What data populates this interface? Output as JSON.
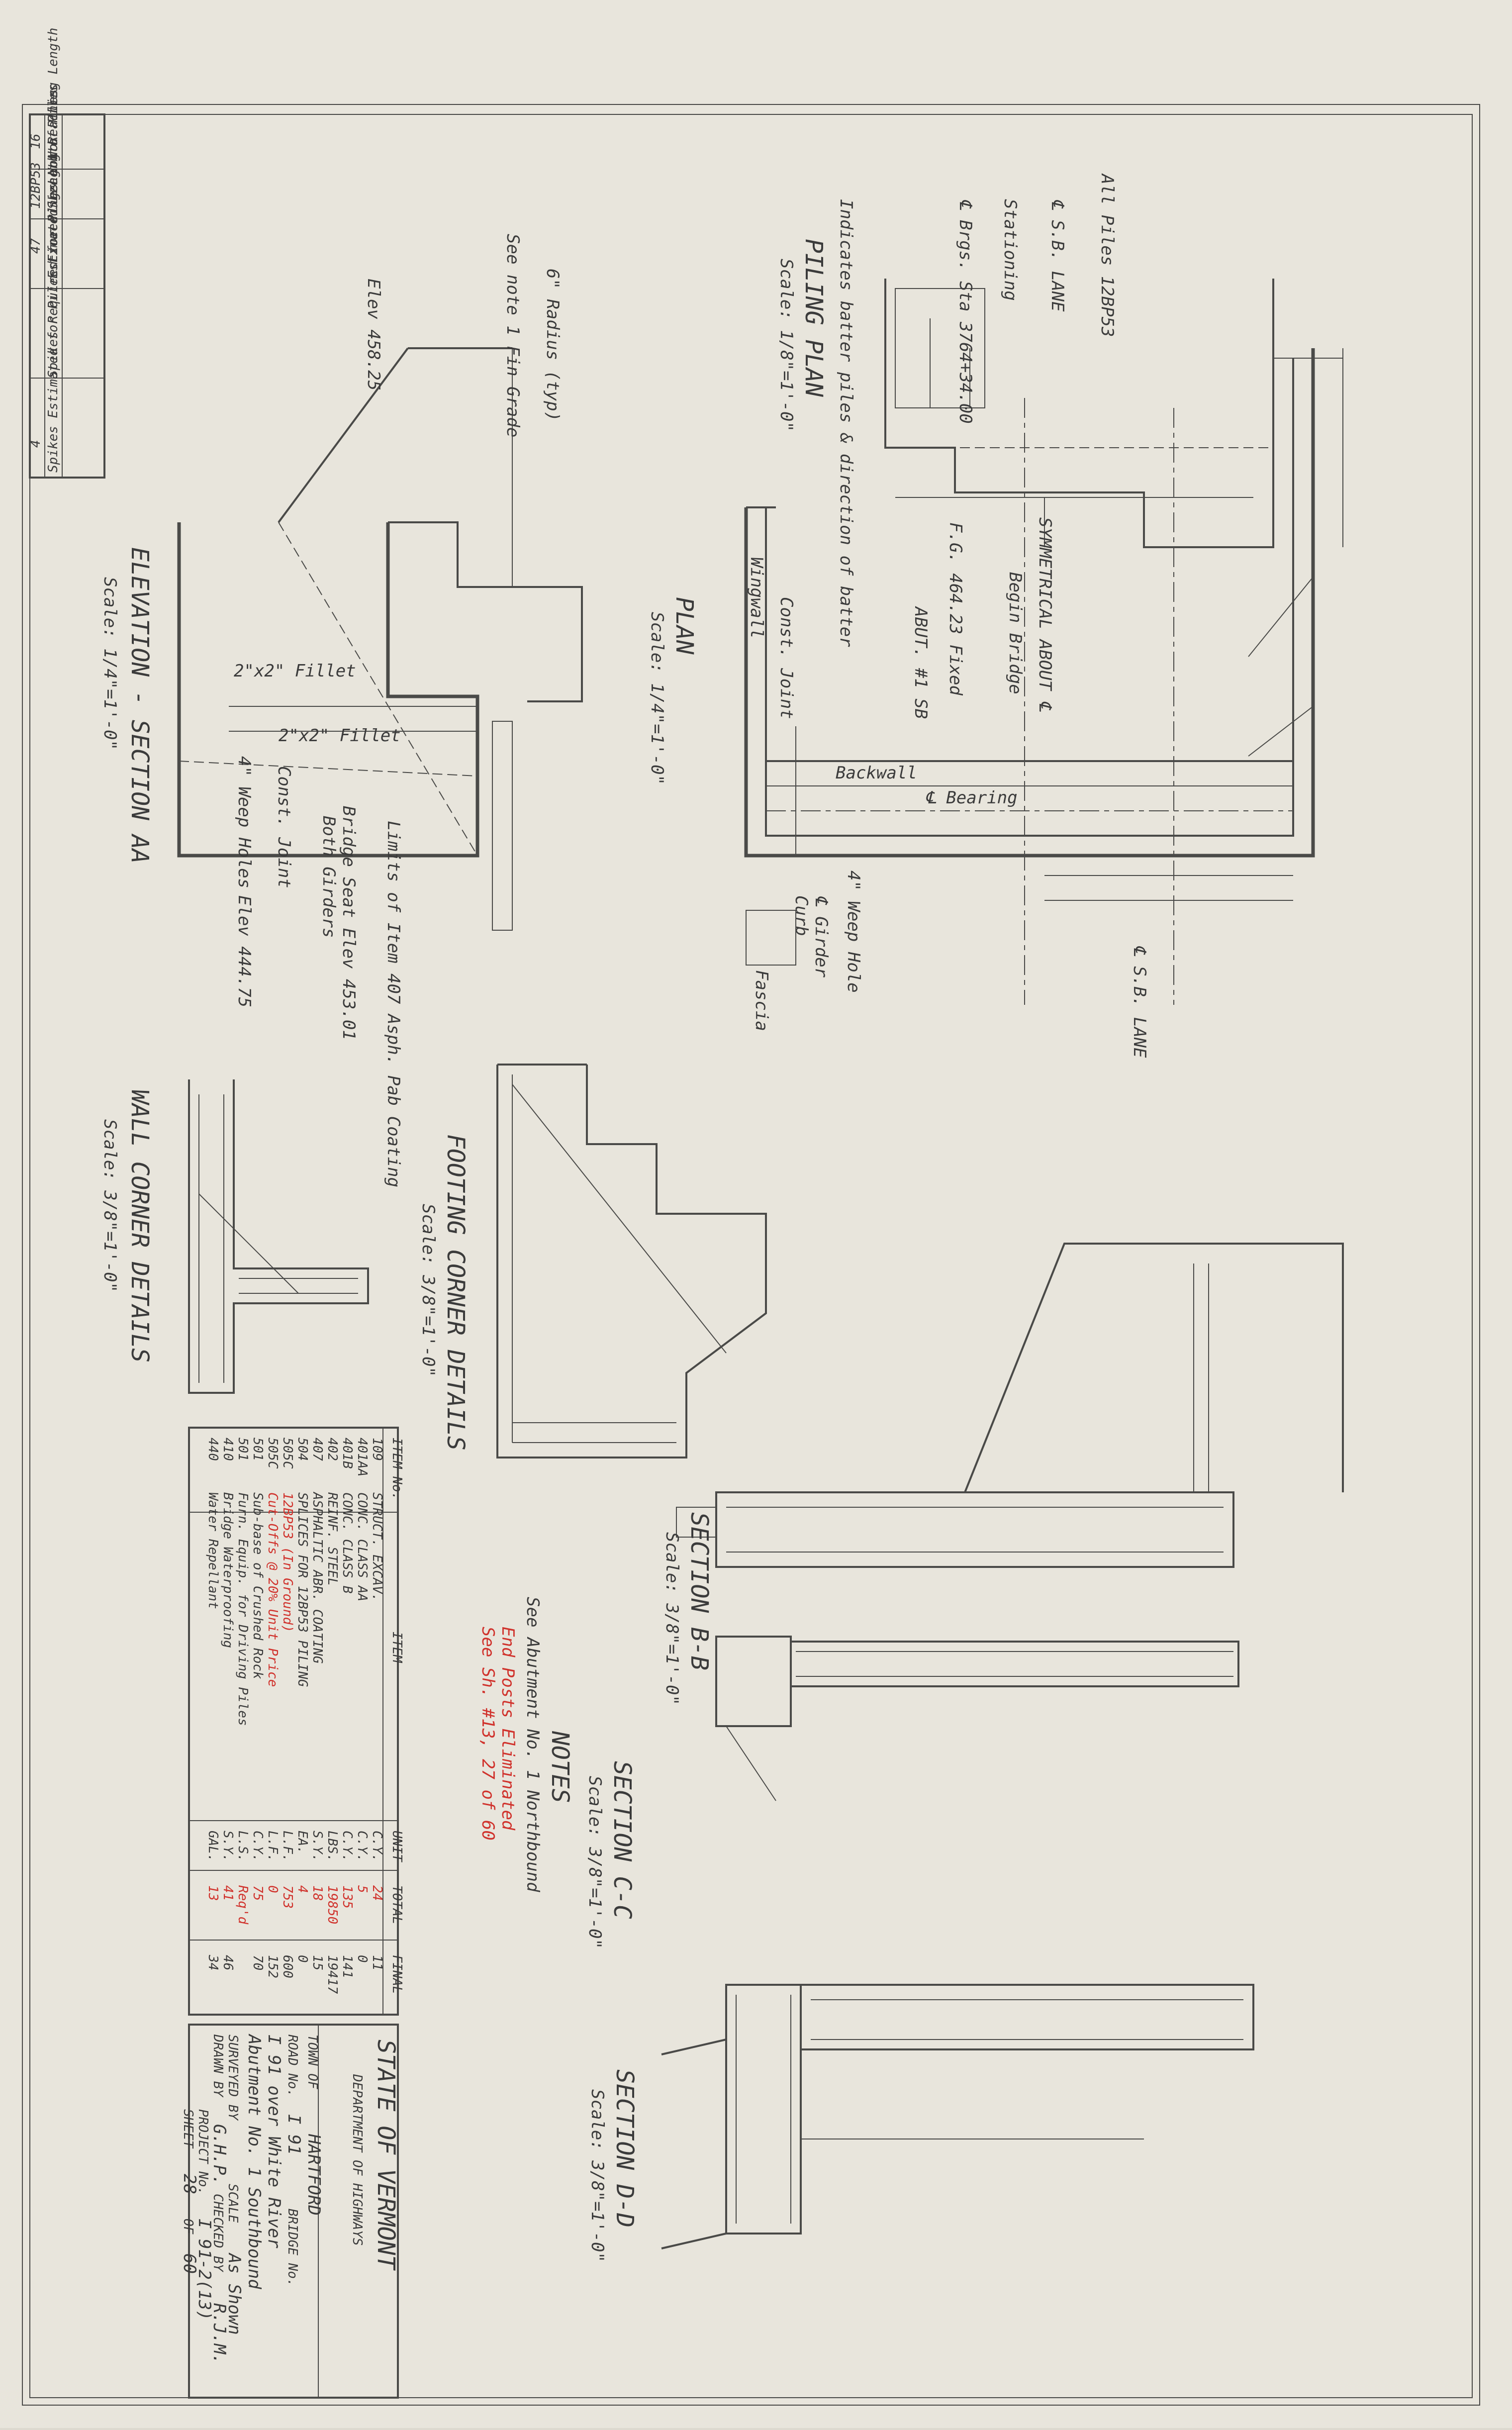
{
  "title_block": {
    "state": "STATE OF VERMONT",
    "department": "DEPARTMENT OF HIGHWAYS",
    "town_label": "TOWN OF",
    "town": "HARTFORD",
    "road_label": "ROAD No.",
    "road": "I 91",
    "bridge_label": "BRIDGE No.",
    "line1": "I 91 over White River",
    "line2": "Abutment No. 1 Southbound",
    "surveyed_label": "SURVEYED BY",
    "scale_label": "SCALE",
    "scale": "As Shown",
    "drawn_label": "DRAWN BY",
    "drawn": "G.H.P.",
    "checked_label": "CHECKED BY",
    "checked": "R.J.M.",
    "project_label": "PROJECT No.",
    "project": "I 91-2(13)",
    "sheet_label": "SHEET",
    "sheet": "28",
    "of_label": "OF",
    "of": "60"
  },
  "views": {
    "piling_plan": {
      "title": "PILING PLAN",
      "scale": "Scale: 1/8\"=1'-0\"",
      "note1": "All Piles 12BP53",
      "note2": "Indicates batter piles & direction of batter",
      "stationing": "Stationing",
      "sb_lane": "℄ S.B. LANE",
      "brgs": "℄ Brgs. Sta 3764+34.00"
    },
    "plan": {
      "title": "PLAN",
      "scale": "Scale: 1/4\"=1'-0\"",
      "backwall": "Backwall",
      "bearing": "℄ Bearing",
      "wingwall": "Wingwall",
      "const_joint": "Const. Joint",
      "symmetrical": "SYMMETRICAL ABOUT ℄",
      "begin_bridge": "Begin Bridge",
      "abut": "ABUT. #1 SB",
      "weep": "4\" Weep Hole",
      "girder": "℄ Girder",
      "curb": "Curb",
      "fascia": "Fascia",
      "sb_lane": "℄ S.B. LANE",
      "fixed": "F.G. 464.23 Fixed"
    },
    "elevation": {
      "title": "ELEVATION - SECTION AA",
      "scale": "Scale: 1/4\"=1'-0\"",
      "elev_top": "Elev 458.25",
      "fillet1": "2\"x2\" Fillet",
      "fillet2": "2\"x2\" Fillet",
      "weep_holes": "4\" Weep Holes",
      "elev_bottom": "Elev 444.75",
      "bridge_seat": "Bridge Seat Elev 453.01",
      "both_girders": "Both Girders",
      "limits": "Limits of Item 407 Asph. Pab Coating",
      "const_joint": "Const. Joint",
      "fin_grade": "See note 1 Fin Grade",
      "radius": "6\" Radius (typ)"
    },
    "footing_corner": {
      "title": "FOOTING CORNER DETAILS",
      "scale": "Scale: 3/8\"=1'-0\""
    },
    "wall_corner": {
      "title": "WALL CORNER DETAILS",
      "scale": "Scale: 3/8\"=1'-0\""
    },
    "section_bb": {
      "title": "SECTION B-B",
      "scale": "Scale: 3/8\"=1'-0\""
    },
    "section_cc": {
      "title": "SECTION C-C",
      "scale": "Scale: 3/8\"=1'-0\""
    },
    "section_dd": {
      "title": "SECTION D-D",
      "scale": "Scale: 3/8\"=1'-0\""
    }
  },
  "notes": {
    "heading": "NOTES",
    "note1": "See Abutment No. 1 Northbound",
    "red1": "End Posts Eliminated",
    "red2": "See Sh. #13, 27 of 60"
  },
  "pile_table": {
    "headers": [
      "No. Piles",
      "Size",
      "Estimated Length of Piles",
      "Spikes Required for Piles Not Reaching Length",
      "Spikes Estimated for Piles Exceeding Length"
    ],
    "row": [
      "16",
      "12BP53",
      "47",
      "",
      "4"
    ]
  },
  "quantity_table": {
    "headers": [
      "ITEM No.",
      "ITEM",
      "UNIT",
      "TOTAL",
      "FINAL"
    ],
    "rows": [
      [
        "109",
        "STRUCT. EXCAV.",
        "C.Y.",
        "24",
        "11"
      ],
      [
        "401AA",
        "CONC. CLASS AA",
        "C.Y.",
        "5",
        "0"
      ],
      [
        "401B",
        "CONC. CLASS B",
        "C.Y.",
        "135",
        "141"
      ],
      [
        "402",
        "REINF. STEEL",
        "LBS.",
        "19850",
        "19417"
      ],
      [
        "407",
        "ASPHALTIC ABR. COATING",
        "S.Y.",
        "18",
        "15"
      ],
      [
        "504",
        "SPLICES FOR 12BP53 PILING",
        "EA.",
        "4",
        "0"
      ],
      [
        "505C",
        "12BP53 (In Ground)",
        "L.F.",
        "753",
        "600"
      ],
      [
        "505C",
        "Cut-Offs @ 20% Unit Price",
        "L.F.",
        "0",
        "152"
      ],
      [
        "501",
        "Sub-base of Crushed Rock",
        "C.Y.",
        "75",
        "70"
      ],
      [
        "501",
        "Furn. Equip. for Driving Piles",
        "L.S.",
        "Req'd",
        ""
      ],
      [
        "410",
        "Bridge Waterproofing",
        "S.Y.",
        "41",
        "46"
      ],
      [
        "440",
        "Water Repellant",
        "GAL.",
        "13",
        "34"
      ]
    ]
  }
}
